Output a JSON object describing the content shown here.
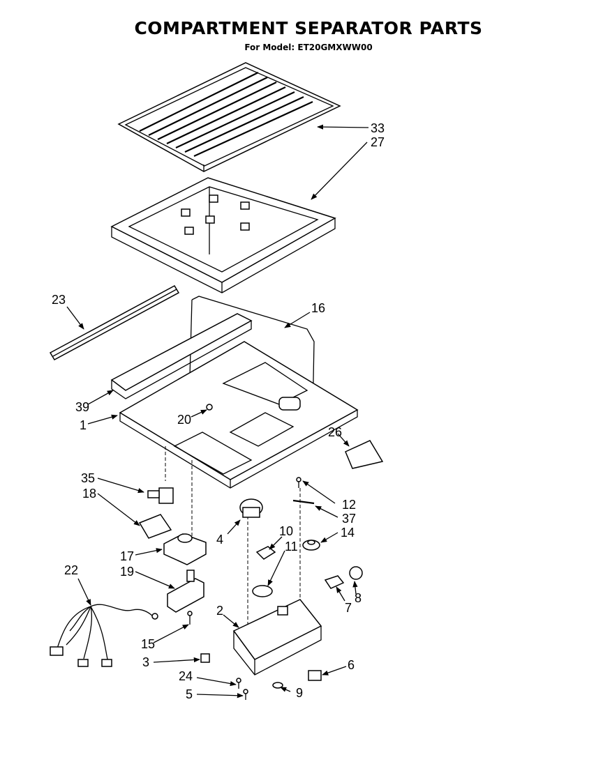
{
  "title": "COMPARTMENT SEPARATOR PARTS",
  "subtitle": "For Model: ET20GMXWW00",
  "callouts": {
    "c33": "33",
    "c27": "27",
    "c23": "23",
    "c16": "16",
    "c39": "39",
    "c1": "1",
    "c20": "20",
    "c26": "26",
    "c35": "35",
    "c18": "18",
    "c12": "12",
    "c37": "37",
    "c4": "4",
    "c10": "10",
    "c14": "14",
    "c11": "11",
    "c17": "17",
    "c19": "19",
    "c22": "22",
    "c8": "8",
    "c7": "7",
    "c2": "2",
    "c15": "15",
    "c3": "3",
    "c6": "6",
    "c24": "24",
    "c9": "9",
    "c5": "5"
  }
}
